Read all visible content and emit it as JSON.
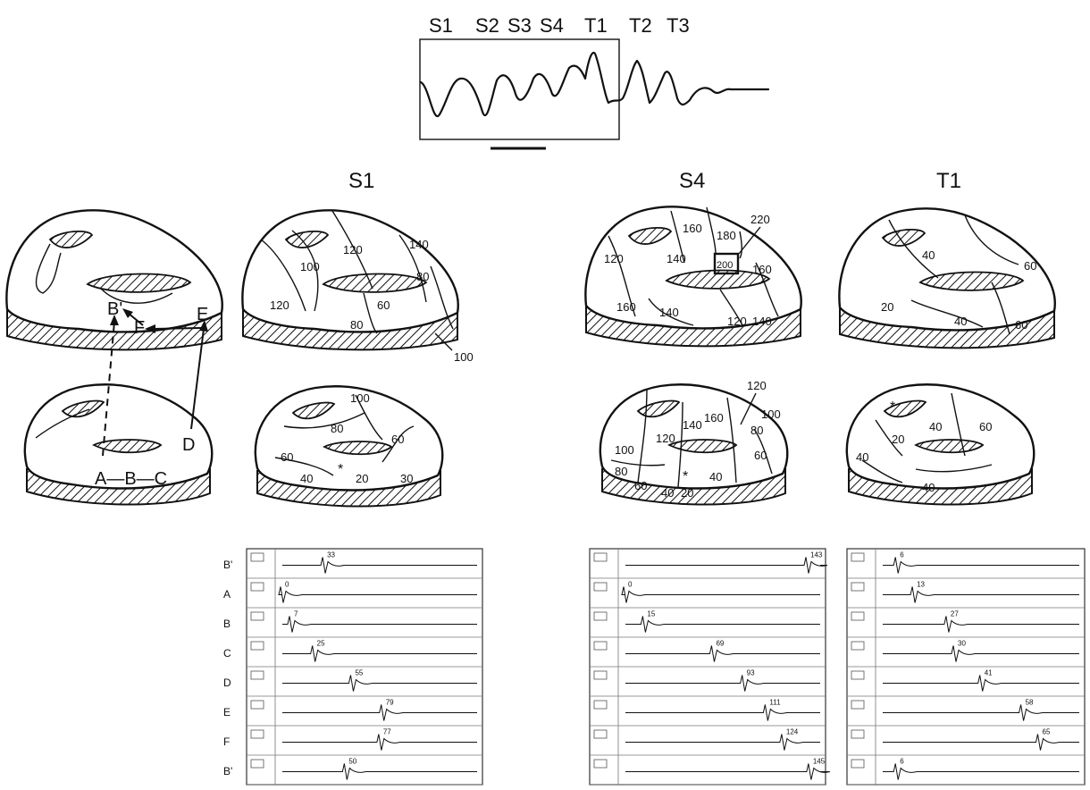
{
  "ecg": {
    "labels": [
      "S1",
      "S2",
      "S3",
      "S4",
      "T1",
      "T2",
      "T3"
    ]
  },
  "map_titles": [
    "S1",
    "S4",
    "T1"
  ],
  "schematic": {
    "upper_letters": [
      "B'",
      "F",
      "E"
    ],
    "lower_letters": [
      "A",
      "B",
      "C",
      "D"
    ],
    "lower_text": "A—B—C"
  },
  "s1_upper_isochrones": [
    "120",
    "100",
    "120",
    "140",
    "80",
    "60",
    "80",
    "100"
  ],
  "s1_lower_isochrones": [
    "100",
    "80",
    "60",
    "60",
    "40",
    "20",
    "30"
  ],
  "s4_upper_isochrones": [
    "220",
    "160",
    "180",
    "200",
    "140",
    "120",
    "160",
    "140",
    "160",
    "120",
    "140"
  ],
  "s4_lower_isochrones": [
    "120",
    "160",
    "140",
    "120",
    "100",
    "80",
    "60",
    "40",
    "20",
    "40",
    "60",
    "80",
    "100"
  ],
  "t1_upper_isochrones": [
    "40",
    "60",
    "20",
    "40",
    "60"
  ],
  "t1_lower_isochrones": [
    "20",
    "40",
    "60",
    "40",
    "40"
  ],
  "electrogram_rows": [
    "B'",
    "A",
    "B",
    "C",
    "D",
    "E",
    "F",
    "B'"
  ],
  "electrograms": {
    "s1": [
      "33",
      "0",
      "7",
      "25",
      "55",
      "79",
      "77",
      "50"
    ],
    "s4": [
      "143",
      "0",
      "15",
      "69",
      "93",
      "111",
      "124",
      "145"
    ],
    "t1": [
      "6",
      "13",
      "27",
      "30",
      "41",
      "58",
      "65",
      "6"
    ]
  },
  "colors": {
    "ink": "#111111",
    "background": "#ffffff"
  }
}
